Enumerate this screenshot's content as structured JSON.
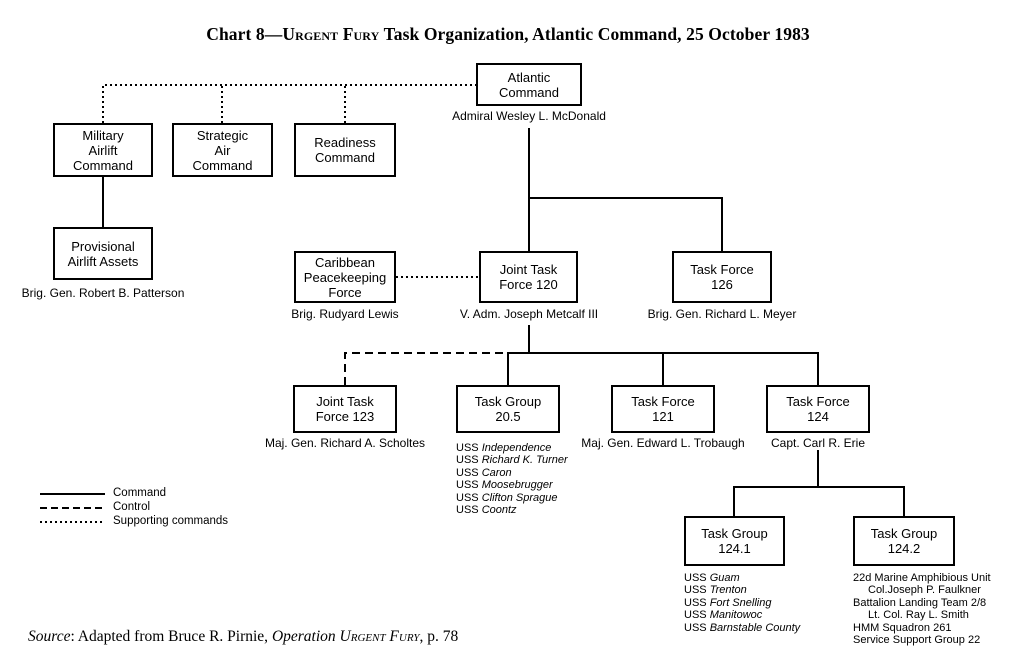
{
  "title": {
    "prefix": "Chart 8—",
    "smallcaps": "Urgent Fury",
    "suffix": " Task Organization, Atlantic Command, 25 October 1983"
  },
  "nodes": {
    "atlantic": {
      "line1": "Atlantic",
      "line2": "Command",
      "caption": "Admiral Wesley L. McDonald"
    },
    "military_airlift": {
      "line1": "Military",
      "line2": "Airlift",
      "line3": "Command"
    },
    "strategic_air": {
      "line1": "Strategic",
      "line2": "Air",
      "line3": "Command"
    },
    "readiness": {
      "line1": "Readiness",
      "line2": "Command"
    },
    "provisional_airlift": {
      "line1": "Provisional",
      "line2": "Airlift Assets",
      "caption": "Brig. Gen. Robert B. Patterson"
    },
    "caribbean": {
      "line1": "Caribbean",
      "line2": "Peacekeeping",
      "line3": "Force",
      "caption": "Brig. Rudyard Lewis"
    },
    "jtf120": {
      "line1": "Joint Task",
      "line2": "Force 120",
      "caption": "V. Adm. Joseph Metcalf III"
    },
    "tf126": {
      "line1": "Task Force",
      "line2": "126",
      "caption": "Brig. Gen. Richard L. Meyer"
    },
    "jtf123": {
      "line1": "Joint Task",
      "line2": "Force 123",
      "caption": "Maj. Gen. Richard A. Scholtes"
    },
    "tg205": {
      "line1": "Task Group",
      "line2": "20.5"
    },
    "tf121": {
      "line1": "Task Force",
      "line2": "121",
      "caption": "Maj. Gen. Edward L. Trobaugh"
    },
    "tf124": {
      "line1": "Task Force",
      "line2": "124",
      "caption": "Capt. Carl R. Erie"
    },
    "tg1241": {
      "line1": "Task Group",
      "line2": "124.1"
    },
    "tg1242": {
      "line1": "Task Group",
      "line2": "124.2"
    }
  },
  "lists": {
    "tg205": [
      {
        "prefix": "USS",
        "name": "Independence"
      },
      {
        "prefix": "USS",
        "name": "Richard K. Turner"
      },
      {
        "prefix": "USS",
        "name": "Caron"
      },
      {
        "prefix": "USS",
        "name": "Moosebrugger"
      },
      {
        "prefix": "USS",
        "name": "Clifton Sprague"
      },
      {
        "prefix": "USS",
        "name": "Coontz"
      }
    ],
    "tg1241": [
      {
        "prefix": "USS",
        "name": "Guam"
      },
      {
        "prefix": "USS",
        "name": "Trenton"
      },
      {
        "prefix": "USS",
        "name": "Fort Snelling"
      },
      {
        "prefix": "USS",
        "name": "Manitowoc"
      },
      {
        "prefix": "USS",
        "name": "Barnstable County"
      }
    ],
    "tg1242": [
      {
        "text": "22d Marine Amphibious Unit"
      },
      {
        "text": "Col.Joseph P. Faulkner"
      },
      {
        "text": "Battalion Landing Team 2/8"
      },
      {
        "text": "Lt. Col. Ray L. Smith"
      },
      {
        "text": "HMM Squadron 261"
      },
      {
        "text": "Service Support Group 22"
      }
    ]
  },
  "legend": {
    "command": "Command",
    "control": "Control",
    "supporting": "Supporting commands"
  },
  "source": {
    "word": "Source",
    "rest": ": Adapted from Bruce R. Pirnie, ",
    "op": "Operation ",
    "uf": "Urgent Fury",
    "page": ", p. 78"
  },
  "colors": {
    "line": "#000000",
    "background": "#ffffff",
    "text": "#000000"
  }
}
